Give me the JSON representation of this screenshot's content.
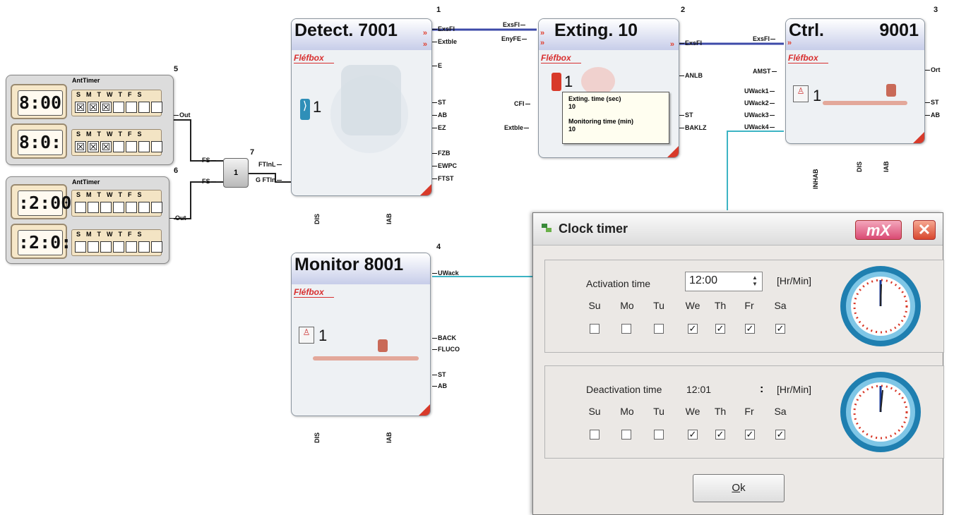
{
  "blocks": {
    "detect": {
      "title": "Detect. 7001",
      "number": "1",
      "brand": "Fléfbox",
      "index": "1",
      "inputs": [
        "FTlnL",
        "G FTln"
      ],
      "outputs": [
        "ExsFl",
        "Extble",
        "E",
        "ST",
        "AB",
        "EZ",
        "FZB",
        "EWPC",
        "FTST"
      ],
      "bottom": [
        "DIS",
        "IAB"
      ]
    },
    "exting": {
      "title": "Exting. 10",
      "number": "2",
      "brand": "Fléfbox",
      "index": "1",
      "inputs": [
        "ExsFl",
        "EnyFE",
        "CFI",
        "Extble"
      ],
      "outputs": [
        "ExsFl",
        "ANLB",
        "ST",
        "BAKLZ"
      ],
      "tooltip": {
        "line1": "Exting. time (sec)",
        "line1_value": "10",
        "line2": "Monitoring time (min)",
        "line2_value": "10"
      }
    },
    "ctrl": {
      "title": "Ctrl.",
      "title_number": "9001",
      "number": "3",
      "brand": "Fléfbox",
      "index": "1",
      "inputs": [
        "ExsFl",
        "AMST",
        "UWack1",
        "UWack2",
        "UWack3",
        "UWack4"
      ],
      "outputs": [
        "Ort",
        "ST",
        "AB"
      ],
      "bottom": [
        "INHAB",
        "DIS",
        "IAB"
      ]
    },
    "monitor": {
      "title": "Monitor 8001",
      "number": "4",
      "brand": "Fléfbox",
      "index": "1",
      "inputs": [],
      "outputs": [
        "UWack",
        "BACK",
        "FLUCO",
        "ST",
        "AB"
      ],
      "bottom": [
        "DIS",
        "IAB"
      ]
    }
  },
  "antimers": [
    {
      "number": "5",
      "title": "AntTimer",
      "on_time": "8:00",
      "off_time": "8:0:",
      "output": "Out",
      "days_letters": "SMTWTFS",
      "on_days": [
        true,
        true,
        true,
        false,
        false,
        false,
        false
      ],
      "off_days": [
        true,
        true,
        true,
        false,
        false,
        false,
        false
      ]
    },
    {
      "number": "6",
      "title": "AntTimer",
      "on_time": ":2:00",
      "off_time": ":2:0:",
      "output": "Out",
      "days_letters": "SMTWTFS",
      "on_days": [
        false,
        false,
        false,
        false,
        false,
        false,
        false
      ],
      "off_days": [
        false,
        false,
        false,
        false,
        false,
        false,
        false
      ]
    }
  ],
  "orgate": {
    "number": "7",
    "label": "1",
    "inputs": [
      "FS",
      "FS"
    ]
  },
  "dialog": {
    "title": "Clock timer",
    "mx_label": "mX",
    "close_label": "✕",
    "activation": {
      "label": "Activation time",
      "value": "12:00",
      "unit": "[Hr/Min]",
      "days": [
        "Su",
        "Mo",
        "Tu",
        "We",
        "Th",
        "Fr",
        "Sa"
      ],
      "checked": [
        false,
        false,
        false,
        true,
        true,
        true,
        true
      ]
    },
    "deactivation": {
      "label": "Deactivation time",
      "value": "12:01",
      "unit": "[Hr/Min]",
      "days": [
        "Su",
        "Mo",
        "Tu",
        "We",
        "Th",
        "Fr",
        "Sa"
      ],
      "checked": [
        false,
        false,
        false,
        true,
        true,
        true,
        true
      ]
    },
    "ok_mnemonic": "O",
    "ok_rest": "k"
  },
  "colors": {
    "wire_blue": "#3d4aa8",
    "wire_teal": "#3cb4c4",
    "wire_black": "#222222",
    "accent_red": "#d83a2a"
  }
}
